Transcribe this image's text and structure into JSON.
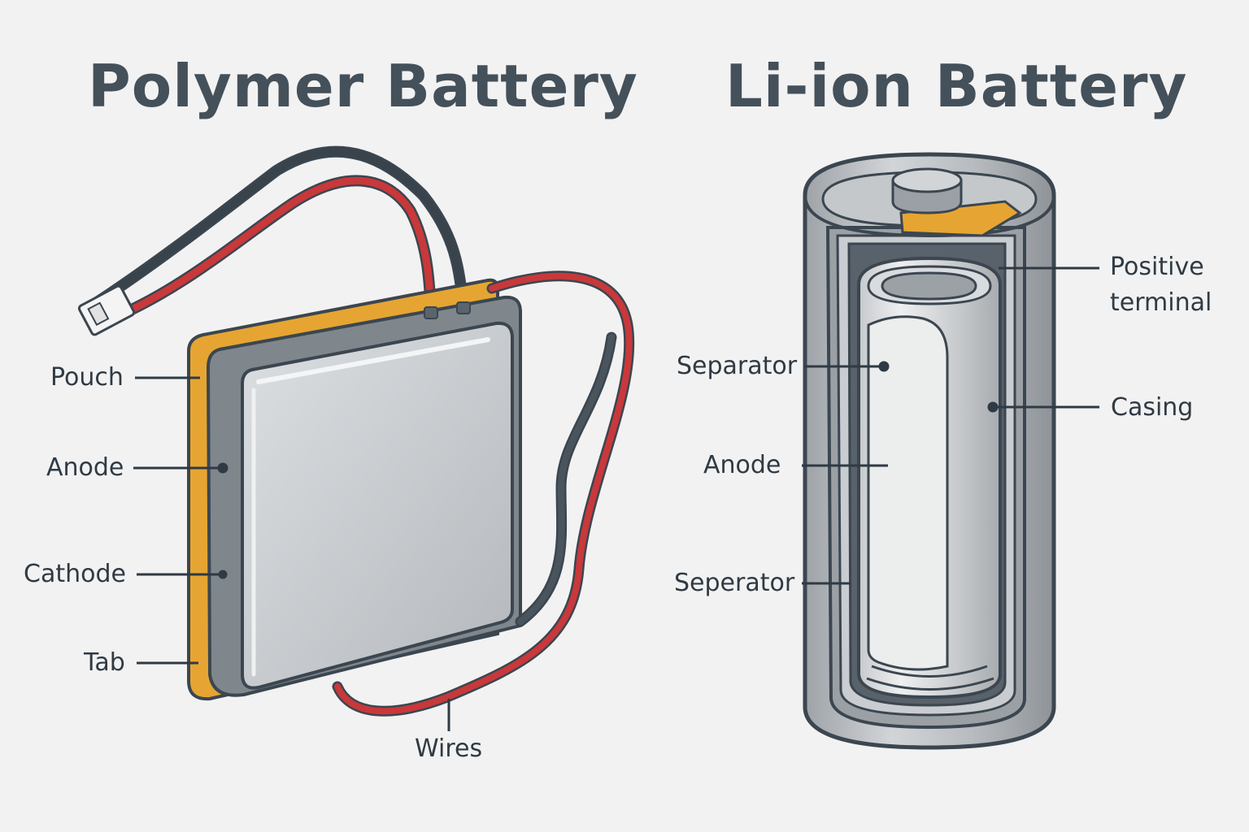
{
  "polymer": {
    "title": "Polymer Battery",
    "labels": {
      "pouch": "Pouch",
      "anode": "Anode",
      "cathode": "Cathode",
      "tab": "Tab",
      "wires": "Wires"
    }
  },
  "liion": {
    "title": "Li-ion Battery",
    "labels": {
      "positive_terminal_line1": "Positive",
      "positive_terminal_line2": "terminal",
      "separator": "Separator",
      "casing": "Casing",
      "anode": "Anode",
      "seperator": "Seperator"
    }
  },
  "colors": {
    "background": "#f2f2f2",
    "pouch_orange": "#e6a532",
    "wire_red": "#c9383a",
    "wire_black": "#38434c",
    "metal_gray": "#b9bdc1",
    "outline": "#3b4650"
  }
}
